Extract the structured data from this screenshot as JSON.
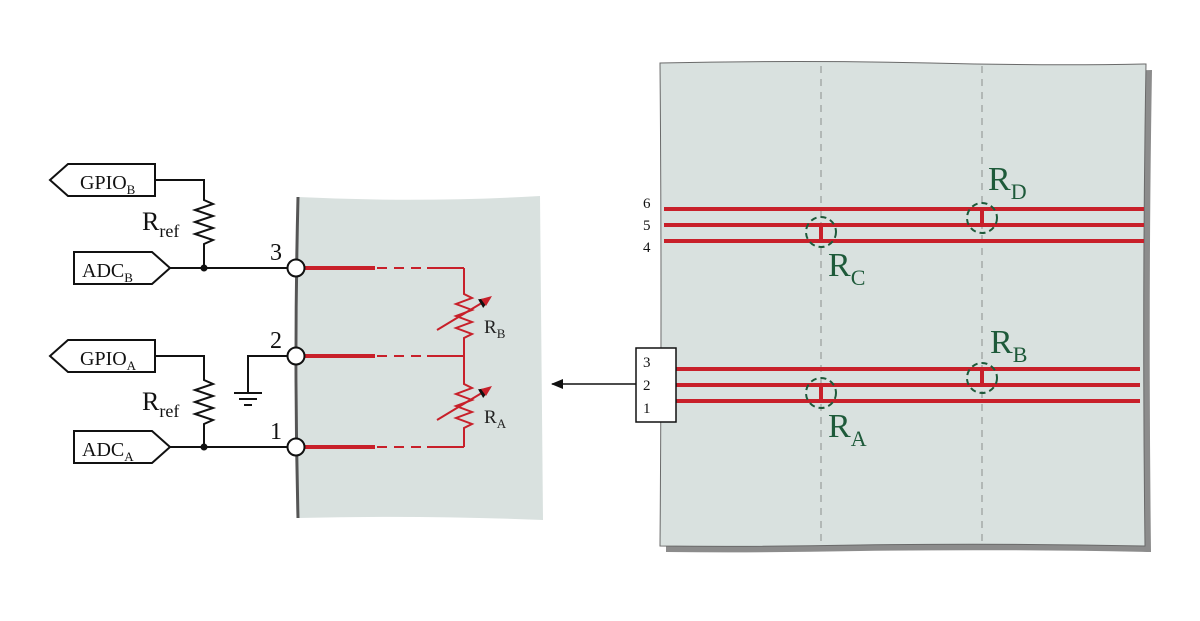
{
  "colors": {
    "wire": "#111111",
    "trace": "#c8202a",
    "sheet_fill": "#d9e1df",
    "sheet_edge": "#5a5a5a",
    "resistor_marker": "#1e5a3a",
    "fold_line": "#8a8f8e"
  },
  "circuit": {
    "ports": [
      {
        "kind": "output",
        "main": "GPIO",
        "sub": "B"
      },
      {
        "kind": "input",
        "main": "ADC",
        "sub": "B"
      },
      {
        "kind": "output",
        "main": "GPIO",
        "sub": "A"
      },
      {
        "kind": "input",
        "main": "ADC",
        "sub": "A"
      }
    ],
    "ref_resistors": [
      {
        "main": "R",
        "sub": "ref"
      },
      {
        "main": "R",
        "sub": "ref"
      }
    ],
    "terminals": [
      "3",
      "2",
      "1"
    ],
    "variable_resistors": [
      {
        "main": "R",
        "sub": "B"
      },
      {
        "main": "R",
        "sub": "A"
      }
    ],
    "ground_symbol": "ground-icon"
  },
  "sheet": {
    "trace_numbers": [
      "6",
      "5",
      "4",
      "3",
      "2",
      "1"
    ],
    "markers": [
      {
        "main": "R",
        "sub": "D"
      },
      {
        "main": "R",
        "sub": "C"
      },
      {
        "main": "R",
        "sub": "B"
      },
      {
        "main": "R",
        "sub": "A"
      }
    ]
  }
}
